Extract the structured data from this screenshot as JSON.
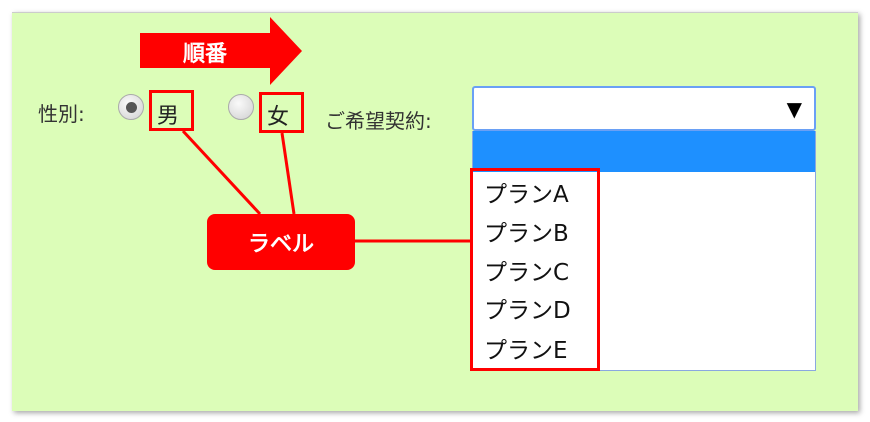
{
  "form": {
    "gender_label": "性別:",
    "gender_options": [
      {
        "label": "男",
        "checked": true
      },
      {
        "label": "女",
        "checked": false
      }
    ],
    "contract_label": "ご希望契約:",
    "select_value": "",
    "select_caret": "▼",
    "options": [
      "プランA",
      "プランB",
      "プランC",
      "プランD",
      "プランE"
    ]
  },
  "annotations": {
    "order_horizontal": "順番",
    "order_vertical": [
      "順",
      "番"
    ],
    "label_callout": "ラベル",
    "color": "#ff0000"
  }
}
